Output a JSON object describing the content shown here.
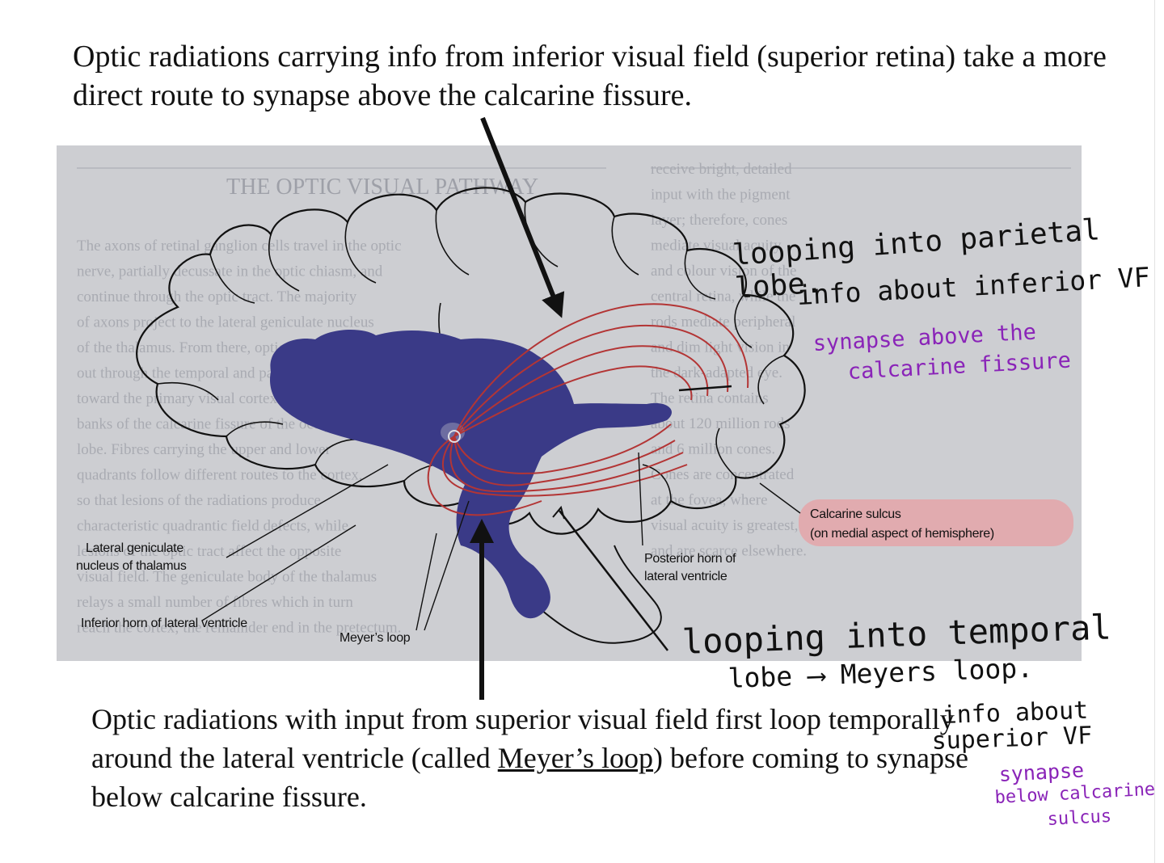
{
  "captions": {
    "top": "Optic radiations carrying info from inferior visual field (superior retina) take a more direct route to synapse above the calcarine fissure.",
    "bottom_pre": "Optic radiations with input from superior visual field first loop temporally around the lateral ventricle (called ",
    "bottom_underlined": "Meyer’s loop",
    "bottom_post": ") before coming to synapse below calcarine fissure."
  },
  "figure_labels": {
    "calcarine": "Calcarine sulcus",
    "calcarine_note": "(on medial aspect of hemisphere)",
    "posterior_horn_1": "Posterior horn of",
    "posterior_horn_2": "lateral ventricle",
    "lgn_1": "Lateral geniculate",
    "lgn_2": "nucleus of thalamus",
    "inferior_horn": "Inferior horn of lateral ventricle",
    "meyers_loop": "Meyer’s loop"
  },
  "handwritten": {
    "parietal_1": "looping into parietal lobe.",
    "parietal_2": "info about inferior VF",
    "parietal_synapse_1": "synapse above the",
    "parietal_synapse_2": "calcarine fissure",
    "temporal_1": "looping into temporal",
    "temporal_2": "lobe ⟶ Meyers loop.",
    "superior_1": "info about",
    "superior_2": "superior VF",
    "temporal_synapse_1": "synapse",
    "temporal_synapse_2": "below calcarine",
    "temporal_synapse_3": "sulcus"
  },
  "background_text": {
    "heading": "THE OPTIC VISUAL PATHWAY",
    "left_lines": [
      "The axons of retinal ganglion cells travel in the optic",
      "nerve, partially decussate in the optic chiasm, and",
      "continue through the optic tract. The majority",
      "of axons project to the lateral geniculate nucleus",
      "of the thalamus. From there, optic radiations fan",
      "out through the temporal and parietal white matter",
      "toward the primary visual cortex along the",
      "banks of the calcarine fissure of the occipital",
      "lobe. Fibres carrying the upper and lower",
      "quadrants follow different routes to the cortex,",
      "so that lesions of the radiations produce",
      "characteristic quadrantic field defects, while",
      "lesions of the optic tract affect the opposite",
      "visual field. The geniculate body of the thalamus",
      "relays a small number of fibres which in turn",
      "reach the cortex; the remainder end in the pretectum."
    ],
    "right_lines": [
      "receive bright, detailed",
      "input with the pigment",
      "layer; therefore, cones",
      "mediate visual acuity",
      "and colour vision of the",
      "central retina, while the",
      "rods mediate peripheral",
      "and dim light vision in",
      "the dark-adapted eye.",
      "The retina contains",
      "about 120 million rods",
      "and 6 million cones.",
      "Cones are concentrated",
      "at the fovea, where",
      "visual acuity is greatest,",
      "and are scarce elsewhere."
    ]
  },
  "colors": {
    "panel": "#cdced2",
    "ventricle": "#3a3a87",
    "radiations": "#b33535",
    "calcarine_highlight": "#e6a3a6",
    "handwriting_purple": "#8a24b8"
  }
}
